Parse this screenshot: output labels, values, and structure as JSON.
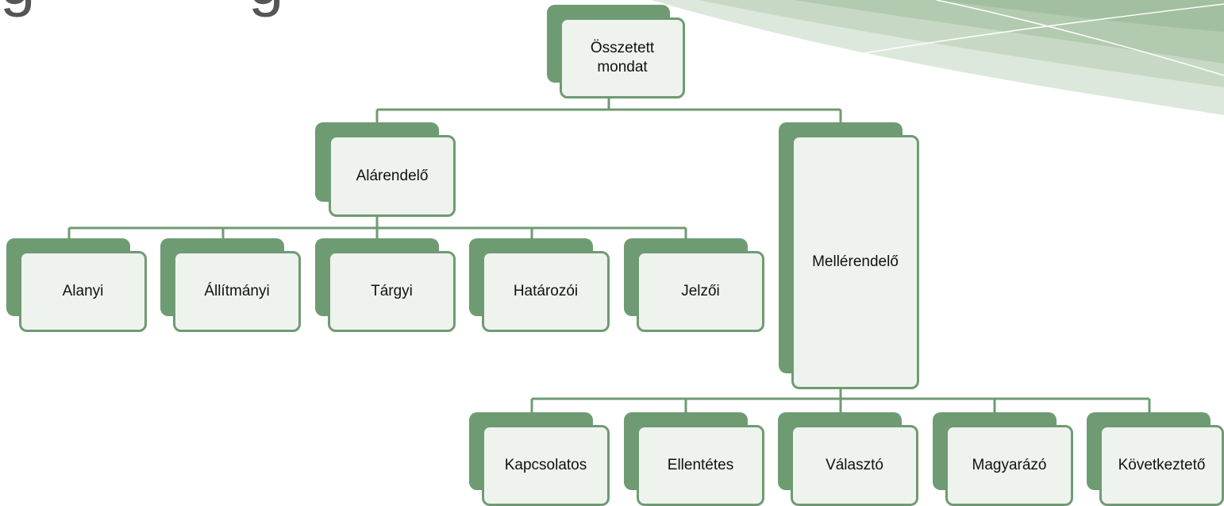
{
  "title_fragment": "g           g",
  "diagram": {
    "root": {
      "label": "Összetett\nmondat"
    },
    "branches": [
      {
        "label": "Alárendelő",
        "children": [
          "Alanyi",
          "Állítmányi",
          "Tárgyi",
          "Határozói",
          "Jelzői"
        ]
      },
      {
        "label": "Mellérendelő",
        "children": [
          "Kapcsolatos",
          "Ellentétes",
          "Választó",
          "Magyarázó",
          "Következtető"
        ]
      }
    ]
  },
  "colors": {
    "node_back": "#6f9b73",
    "node_fill": "#eef3ee",
    "connector": "#6f9b73",
    "decoration": "#a9c4a8"
  }
}
